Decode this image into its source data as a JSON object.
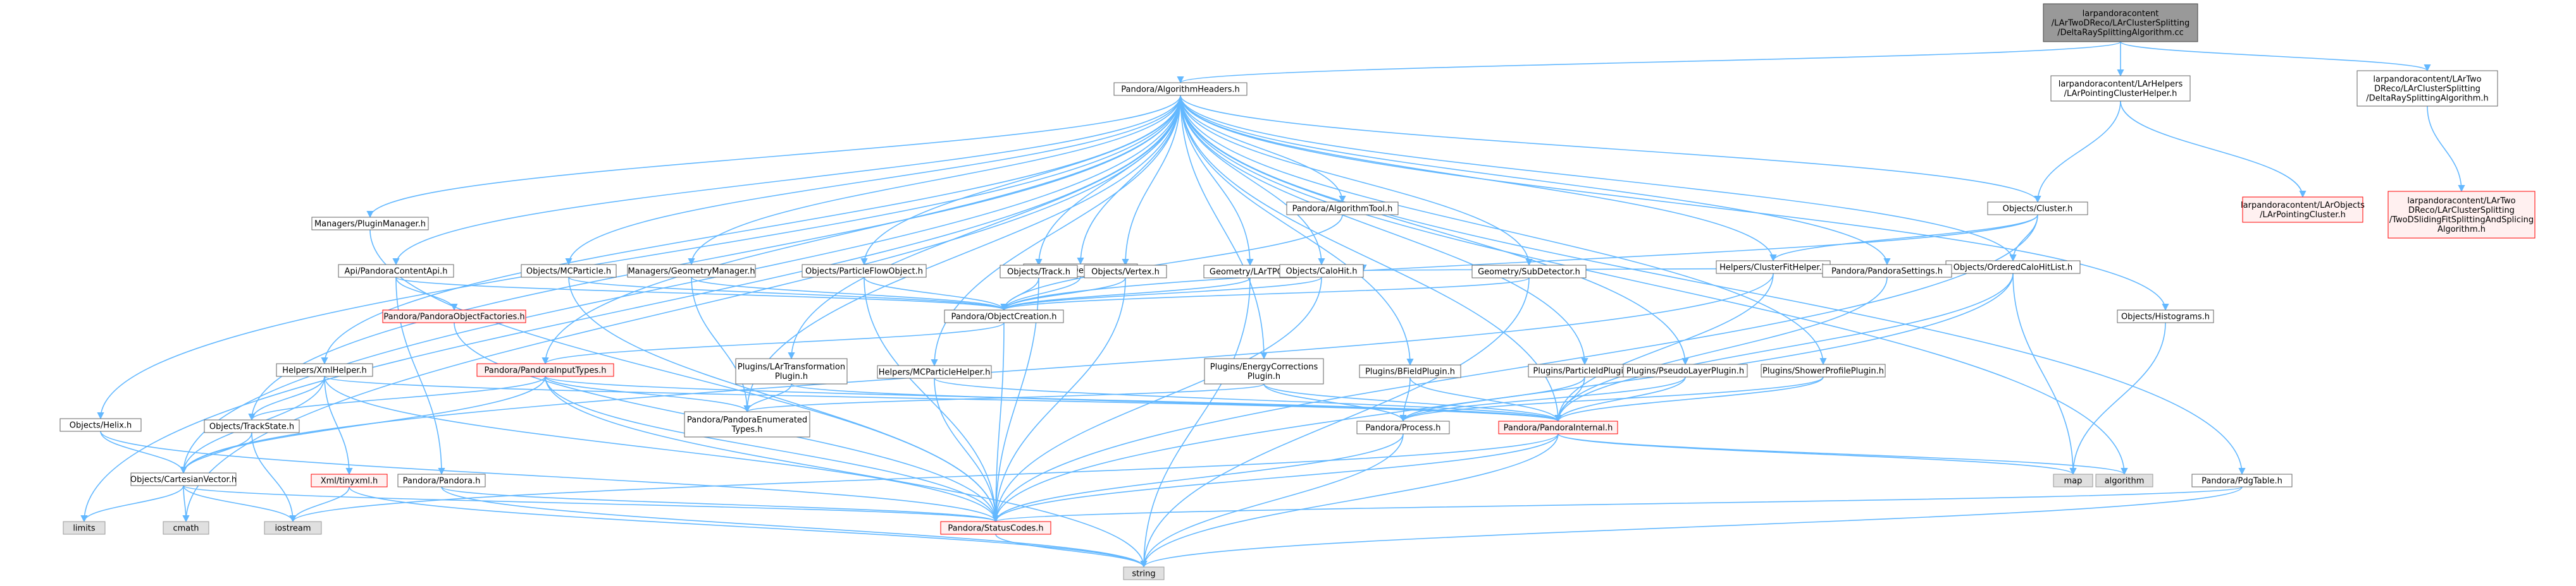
{
  "graph": {
    "colors": {
      "edge": "#63b8ff",
      "node_fill": "#ffffff",
      "node_border": "#666666",
      "root_fill": "#999999",
      "root_border": "#444444",
      "red_fill": "#fff0f0",
      "red_border": "#ff0000",
      "sys_fill": "#e0e0e0",
      "sys_border": "#999999"
    },
    "nodes": [
      {
        "id": "root",
        "lines": [
          "larpandoracontent",
          "/LArTwoDReco/LArClusterSplitting",
          "/DeltaRaySplittingAlgorithm.cc"
        ],
        "style": "root"
      },
      {
        "id": "algheaders",
        "lines": [
          "Pandora/AlgorithmHeaders.h"
        ],
        "style": "normal"
      },
      {
        "id": "pcluster",
        "lines": [
          "larpandoracontent/LArHelpers",
          "/LArPointingClusterHelper.h"
        ],
        "style": "normal"
      },
      {
        "id": "drsplit",
        "lines": [
          "larpandoracontent/LArTwo",
          "DReco/LArClusterSplitting",
          "/DeltaRaySplittingAlgorithm.h"
        ],
        "style": "normal"
      },
      {
        "id": "lapc",
        "lines": [
          "larpandoracontent/LArObjects",
          "/LArPointingCluster.h"
        ],
        "style": "red"
      },
      {
        "id": "twod",
        "lines": [
          "larpandoracontent/LArTwo",
          "DReco/LArClusterSplitting",
          "/TwoDSlidingFitSplittingAndSplicing",
          "Algorithm.h"
        ],
        "style": "red"
      },
      {
        "id": "cluster",
        "lines": [
          "Objects/Cluster.h"
        ],
        "style": "normal"
      },
      {
        "id": "clfit",
        "lines": [
          "Helpers/ClusterFitHelper.h"
        ],
        "style": "normal"
      },
      {
        "id": "ochl",
        "lines": [
          "Objects/OrderedCaloHitList.h"
        ],
        "style": "normal"
      },
      {
        "id": "plugmgr",
        "lines": [
          "Managers/PluginManager.h"
        ],
        "style": "normal"
      },
      {
        "id": "algtool",
        "lines": [
          "Pandora/AlgorithmTool.h"
        ],
        "style": "normal"
      },
      {
        "id": "detgap",
        "lines": [
          "Geometry/DetectorGap.h"
        ],
        "style": "normal"
      },
      {
        "id": "contentapi",
        "lines": [
          "Api/PandoraContentApi.h"
        ],
        "style": "normal"
      },
      {
        "id": "mcparticle",
        "lines": [
          "Objects/MCParticle.h"
        ],
        "style": "normal"
      },
      {
        "id": "geomgr",
        "lines": [
          "Managers/GeometryManager.h"
        ],
        "style": "normal"
      },
      {
        "id": "pfo",
        "lines": [
          "Objects/ParticleFlowObject.h"
        ],
        "style": "normal"
      },
      {
        "id": "track",
        "lines": [
          "Objects/Track.h"
        ],
        "style": "normal"
      },
      {
        "id": "vertex",
        "lines": [
          "Objects/Vertex.h"
        ],
        "style": "normal"
      },
      {
        "id": "lartpc",
        "lines": [
          "Geometry/LArTPC.h"
        ],
        "style": "normal"
      },
      {
        "id": "calohit",
        "lines": [
          "Objects/CaloHit.h"
        ],
        "style": "normal"
      },
      {
        "id": "subdet",
        "lines": [
          "Geometry/SubDetector.h"
        ],
        "style": "normal"
      },
      {
        "id": "objfact",
        "lines": [
          "Pandora/PandoraObjectFactories.h"
        ],
        "style": "red"
      },
      {
        "id": "objcreate",
        "lines": [
          "Pandora/ObjectCreation.h"
        ],
        "style": "normal"
      },
      {
        "id": "settings",
        "lines": [
          "Pandora/PandoraSettings.h"
        ],
        "style": "normal"
      },
      {
        "id": "histograms",
        "lines": [
          "Objects/Histograms.h"
        ],
        "style": "normal"
      },
      {
        "id": "xml",
        "lines": [
          "Helpers/XmlHelper.h"
        ],
        "style": "normal"
      },
      {
        "id": "inputtypes",
        "lines": [
          "Pandora/PandoraInputTypes.h"
        ],
        "style": "red"
      },
      {
        "id": "lartrans",
        "lines": [
          "Plugins/LArTransformation",
          "Plugin.h"
        ],
        "style": "normal"
      },
      {
        "id": "mcphelper",
        "lines": [
          "Helpers/MCParticleHelper.h"
        ],
        "style": "normal"
      },
      {
        "id": "energycorr",
        "lines": [
          "Plugins/EnergyCorrections",
          "Plugin.h"
        ],
        "style": "normal"
      },
      {
        "id": "bfield",
        "lines": [
          "Plugins/BFieldPlugin.h"
        ],
        "style": "normal"
      },
      {
        "id": "pidplug",
        "lines": [
          "Plugins/ParticleIdPlugin.h"
        ],
        "style": "normal"
      },
      {
        "id": "pseudolayer",
        "lines": [
          "Plugins/PseudoLayerPlugin.h"
        ],
        "style": "normal"
      },
      {
        "id": "showerprof",
        "lines": [
          "Plugins/ShowerProfilePlugin.h"
        ],
        "style": "normal"
      },
      {
        "id": "helix",
        "lines": [
          "Objects/Helix.h"
        ],
        "style": "normal"
      },
      {
        "id": "trackstate",
        "lines": [
          "Objects/TrackState.h"
        ],
        "style": "normal"
      },
      {
        "id": "enumtypes",
        "lines": [
          "Pandora/PandoraEnumerated",
          "Types.h"
        ],
        "style": "normal"
      },
      {
        "id": "process",
        "lines": [
          "Pandora/Process.h"
        ],
        "style": "normal"
      },
      {
        "id": "internal",
        "lines": [
          "Pandora/PandoraInternal.h"
        ],
        "style": "red"
      },
      {
        "id": "cartesian",
        "lines": [
          "Objects/CartesianVector.h"
        ],
        "style": "normal"
      },
      {
        "id": "tinyxml",
        "lines": [
          "Xml/tinyxml.h"
        ],
        "style": "red"
      },
      {
        "id": "pandora",
        "lines": [
          "Pandora/Pandora.h"
        ],
        "style": "normal"
      },
      {
        "id": "pdgtable",
        "lines": [
          "Pandora/PdgTable.h"
        ],
        "style": "normal"
      },
      {
        "id": "map",
        "lines": [
          "map"
        ],
        "style": "sys"
      },
      {
        "id": "algorithm",
        "lines": [
          "algorithm"
        ],
        "style": "sys"
      },
      {
        "id": "limits",
        "lines": [
          "limits"
        ],
        "style": "sys"
      },
      {
        "id": "cmath",
        "lines": [
          "cmath"
        ],
        "style": "sys"
      },
      {
        "id": "iostream",
        "lines": [
          "iostream"
        ],
        "style": "sys"
      },
      {
        "id": "statuscodes",
        "lines": [
          "Pandora/StatusCodes.h"
        ],
        "style": "red"
      },
      {
        "id": "string",
        "lines": [
          "string"
        ],
        "style": "sys"
      }
    ],
    "edges": [
      [
        "root",
        "algheaders"
      ],
      [
        "root",
        "pcluster"
      ],
      [
        "root",
        "drsplit"
      ],
      [
        "pcluster",
        "lapc"
      ],
      [
        "pcluster",
        "cluster"
      ],
      [
        "drsplit",
        "twod"
      ],
      [
        "algheaders",
        "cluster"
      ],
      [
        "algheaders",
        "clfit"
      ],
      [
        "algheaders",
        "ochl"
      ],
      [
        "algheaders",
        "plugmgr"
      ],
      [
        "algheaders",
        "algtool"
      ],
      [
        "algheaders",
        "detgap"
      ],
      [
        "algheaders",
        "contentapi"
      ],
      [
        "algheaders",
        "mcparticle"
      ],
      [
        "algheaders",
        "geomgr"
      ],
      [
        "algheaders",
        "pfo"
      ],
      [
        "algheaders",
        "track"
      ],
      [
        "algheaders",
        "vertex"
      ],
      [
        "algheaders",
        "lartpc"
      ],
      [
        "algheaders",
        "calohit"
      ],
      [
        "algheaders",
        "subdet"
      ],
      [
        "algheaders",
        "settings"
      ],
      [
        "algheaders",
        "histograms"
      ],
      [
        "algheaders",
        "xml"
      ],
      [
        "algheaders",
        "inputtypes"
      ],
      [
        "algheaders",
        "lartrans"
      ],
      [
        "algheaders",
        "mcphelper"
      ],
      [
        "algheaders",
        "energycorr"
      ],
      [
        "algheaders",
        "bfield"
      ],
      [
        "algheaders",
        "pidplug"
      ],
      [
        "algheaders",
        "pseudolayer"
      ],
      [
        "algheaders",
        "showerprof"
      ],
      [
        "algheaders",
        "helix"
      ],
      [
        "algheaders",
        "trackstate"
      ],
      [
        "algheaders",
        "enumtypes"
      ],
      [
        "algheaders",
        "internal"
      ],
      [
        "algheaders",
        "cartesian"
      ],
      [
        "algheaders",
        "pdgtable"
      ],
      [
        "algheaders",
        "limits"
      ],
      [
        "algheaders",
        "cmath"
      ],
      [
        "algheaders",
        "algorithm"
      ],
      [
        "cluster",
        "ochl"
      ],
      [
        "cluster",
        "clfit"
      ],
      [
        "cluster",
        "objcreate"
      ],
      [
        "cluster",
        "statuscodes"
      ],
      [
        "clfit",
        "internal"
      ],
      [
        "clfit",
        "cartesian"
      ],
      [
        "ochl",
        "calohit"
      ],
      [
        "ochl",
        "map"
      ],
      [
        "ochl",
        "internal"
      ],
      [
        "ochl",
        "statuscodes"
      ],
      [
        "plugmgr",
        "statuscodes"
      ],
      [
        "algtool",
        "objcreate"
      ],
      [
        "detgap",
        "objcreate"
      ],
      [
        "contentapi",
        "objfact"
      ],
      [
        "contentapi",
        "pandora"
      ],
      [
        "contentapi",
        "objcreate"
      ],
      [
        "objfact",
        "statuscodes"
      ],
      [
        "mcparticle",
        "objcreate"
      ],
      [
        "mcparticle",
        "statuscodes"
      ],
      [
        "geomgr",
        "enumtypes"
      ],
      [
        "geomgr",
        "objcreate"
      ],
      [
        "pfo",
        "objcreate"
      ],
      [
        "pfo",
        "statuscodes"
      ],
      [
        "track",
        "objcreate"
      ],
      [
        "track",
        "statuscodes"
      ],
      [
        "vertex",
        "objcreate"
      ],
      [
        "vertex",
        "statuscodes"
      ],
      [
        "lartpc",
        "objcreate"
      ],
      [
        "lartpc",
        "string"
      ],
      [
        "calohit",
        "objcreate"
      ],
      [
        "calohit",
        "statuscodes"
      ],
      [
        "subdet",
        "objcreate"
      ],
      [
        "subdet",
        "string"
      ],
      [
        "objcreate",
        "inputtypes"
      ],
      [
        "objcreate",
        "statuscodes"
      ],
      [
        "settings",
        "internal"
      ],
      [
        "histograms",
        "map"
      ],
      [
        "xml",
        "trackstate"
      ],
      [
        "xml",
        "tinyxml"
      ],
      [
        "xml",
        "cartesian"
      ],
      [
        "xml",
        "statuscodes"
      ],
      [
        "xml",
        "internal"
      ],
      [
        "inputtypes",
        "trackstate"
      ],
      [
        "inputtypes",
        "enumtypes"
      ],
      [
        "inputtypes",
        "internal"
      ],
      [
        "inputtypes",
        "cartesian"
      ],
      [
        "inputtypes",
        "statuscodes"
      ],
      [
        "inputtypes",
        "string"
      ],
      [
        "lartrans",
        "enumtypes"
      ],
      [
        "lartrans",
        "internal"
      ],
      [
        "mcphelper",
        "internal"
      ],
      [
        "mcphelper",
        "statuscodes"
      ],
      [
        "energycorr",
        "process"
      ],
      [
        "energycorr",
        "internal"
      ],
      [
        "energycorr",
        "enumtypes"
      ],
      [
        "bfield",
        "process"
      ],
      [
        "bfield",
        "internal"
      ],
      [
        "pidplug",
        "process"
      ],
      [
        "pidplug",
        "internal"
      ],
      [
        "pseudolayer",
        "process"
      ],
      [
        "pseudolayer",
        "internal"
      ],
      [
        "showerprof",
        "process"
      ],
      [
        "showerprof",
        "internal"
      ],
      [
        "helix",
        "cartesian"
      ],
      [
        "helix",
        "statuscodes"
      ],
      [
        "trackstate",
        "cartesian"
      ],
      [
        "trackstate",
        "iostream"
      ],
      [
        "process",
        "statuscodes"
      ],
      [
        "process",
        "string"
      ],
      [
        "internal",
        "map"
      ],
      [
        "internal",
        "algorithm"
      ],
      [
        "internal",
        "iostream"
      ],
      [
        "internal",
        "string"
      ],
      [
        "internal",
        "statuscodes"
      ],
      [
        "cartesian",
        "limits"
      ],
      [
        "cartesian",
        "cmath"
      ],
      [
        "cartesian",
        "iostream"
      ],
      [
        "cartesian",
        "statuscodes"
      ],
      [
        "tinyxml",
        "iostream"
      ],
      [
        "tinyxml",
        "string"
      ],
      [
        "pandora",
        "statuscodes"
      ],
      [
        "pandora",
        "string"
      ],
      [
        "pdgtable",
        "statuscodes"
      ],
      [
        "pdgtable",
        "string"
      ],
      [
        "statuscodes",
        "string"
      ]
    ]
  }
}
